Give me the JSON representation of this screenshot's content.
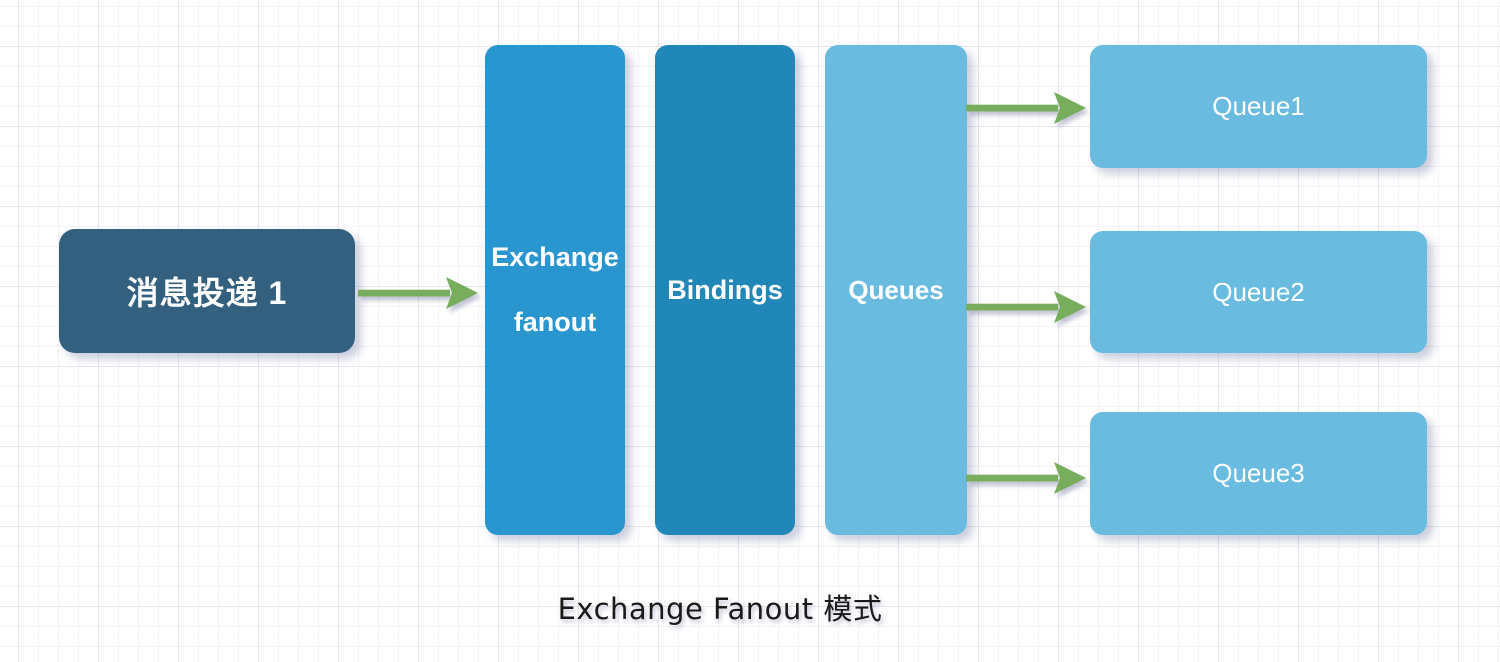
{
  "diagram": {
    "producer_label": "消息投递 1",
    "exchange_line1": "Exchange",
    "exchange_line2": "fanout",
    "bindings_label": "Bindings",
    "queues_label": "Queues",
    "queue_nodes": [
      {
        "label": "Queue1"
      },
      {
        "label": "Queue2"
      },
      {
        "label": "Queue3"
      }
    ],
    "caption": "Exchange Fanout 模式",
    "colors": {
      "producer_fill": "#33607F",
      "exchange_fill": "#2A96CF",
      "bindings_fill": "#2187B8",
      "queue_fill": "#69BCDF",
      "arrow_green": "#77AD5C",
      "label_text": "#FFFFFF",
      "caption_text": "#1A1A1A",
      "grid_major": "#E6E6EC",
      "grid_minor": "#F3F3F7"
    }
  }
}
